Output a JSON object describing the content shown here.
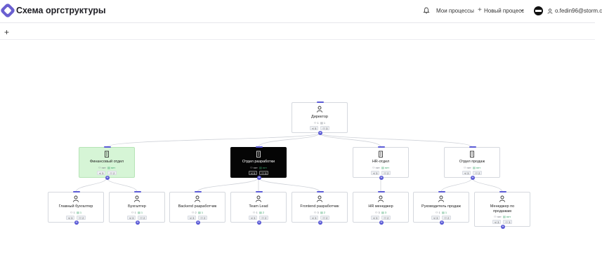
{
  "header": {
    "app_title": "Схема оргструктуры",
    "my_processes": "Мои процессы",
    "new_process": "Новый процесс",
    "user_email": "o.fedin96@storm.c"
  },
  "toolbar": {
    "add": "+"
  },
  "colors": {
    "accent": "#5b5bd6",
    "selected_bg": "#050505",
    "highlight_bg": "#d6f5d6"
  },
  "nodes": [
    {
      "title": "Директор",
      "icon": "person-icon",
      "stat1": "1",
      "stat2": "1",
      "chip1": "5",
      "chip2": "3"
    },
    {
      "title": "Финансовый отдел",
      "icon": "building-icon",
      "stat1": "нет",
      "stat2": "нет",
      "chip1": "3",
      "chip2": "2"
    },
    {
      "title": "Отдел разработки",
      "icon": "building-icon",
      "stat1": "нет",
      "stat2": "нет",
      "chip1": "5",
      "chip2": "3"
    },
    {
      "title": "HR-отдел",
      "icon": "building-icon",
      "stat1": "нет",
      "stat2": "нет",
      "chip1": "3",
      "chip2": "2"
    },
    {
      "title": "Отдел продаж",
      "icon": "building-icon",
      "stat1": "нет",
      "stat2": "нет",
      "chip1": "3",
      "chip2": "2"
    },
    {
      "title": "Главный бухгалтер",
      "icon": "person-icon",
      "stat1": "1",
      "stat2": "1",
      "chip1": "3",
      "chip2": "2"
    },
    {
      "title": "Бухгалтер",
      "icon": "person-icon",
      "stat1": "1",
      "stat2": "1",
      "chip1": "3",
      "chip2": "2"
    },
    {
      "title": "Backend разработчик",
      "icon": "person-icon",
      "stat1": "2",
      "stat2": "1",
      "chip1": "3",
      "chip2": "2"
    },
    {
      "title": "Team Lead",
      "icon": "person-icon",
      "stat1": "1",
      "stat2": "2",
      "chip1": "3",
      "chip2": "2"
    },
    {
      "title": "Frontend разработчик",
      "icon": "person-icon",
      "stat1": "3",
      "stat2": "2",
      "chip1": "3",
      "chip2": "2"
    },
    {
      "title": "HR менеджер",
      "icon": "person-icon",
      "stat1": "3",
      "stat2": "3",
      "chip1": "3",
      "chip2": "2"
    },
    {
      "title": "Руководитель продаж",
      "icon": "person-icon",
      "stat1": "1",
      "stat2": "1",
      "chip1": "3",
      "chip2": "2"
    },
    {
      "title": "Менеджер по продажам",
      "icon": "person-icon",
      "stat1": "нет",
      "stat2": "нет",
      "chip1": "3",
      "chip2": "3"
    }
  ]
}
